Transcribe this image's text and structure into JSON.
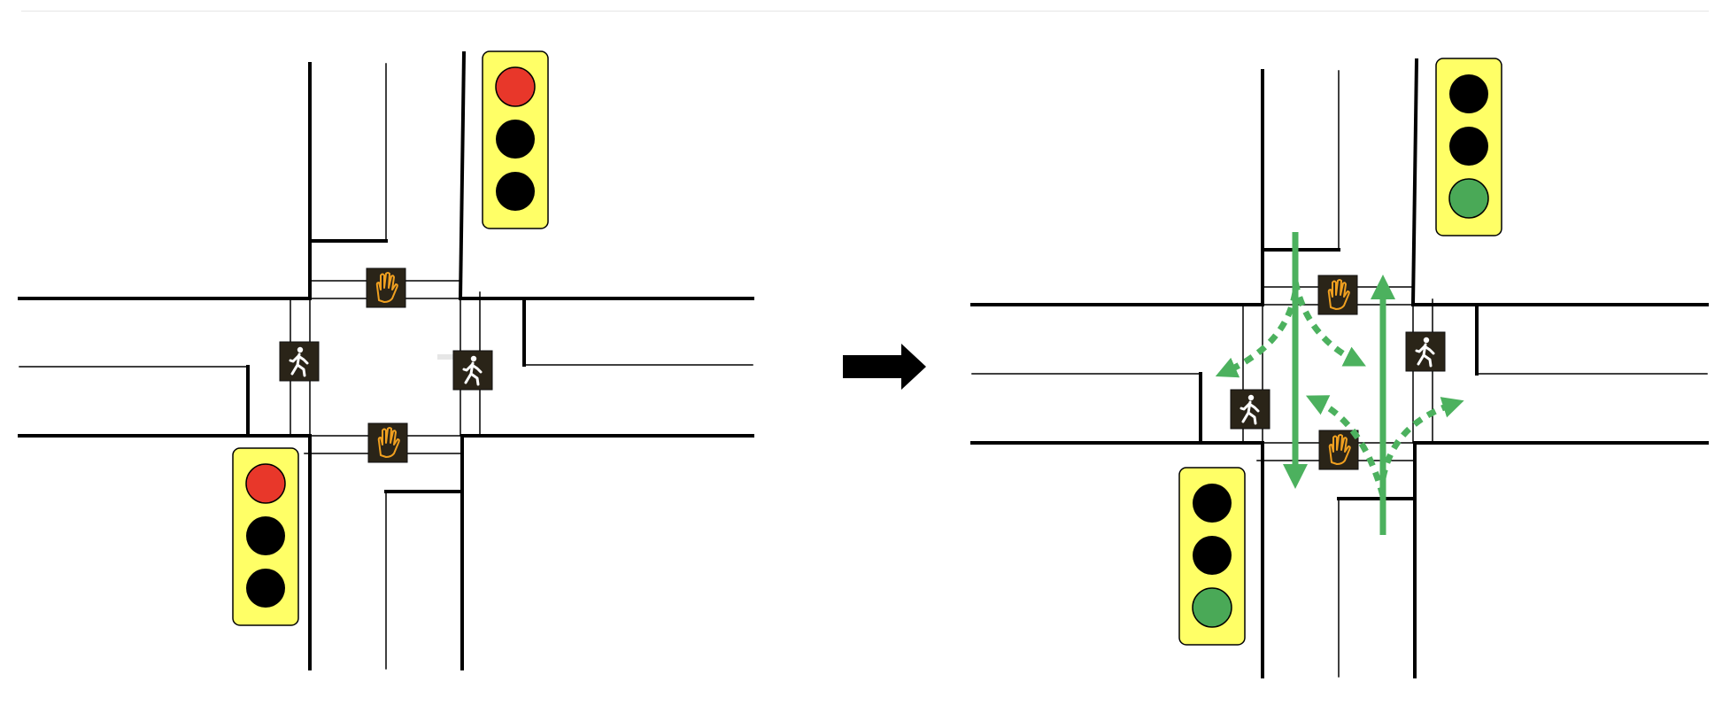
{
  "diagram": {
    "before": {
      "vehicle_signal_1": {
        "red": "on",
        "yellow": "off",
        "green": "off"
      },
      "vehicle_signal_2": {
        "red": "on",
        "yellow": "off",
        "green": "off"
      },
      "ped_signals": [
        "dont-walk",
        "walk",
        "walk",
        "dont-walk"
      ]
    },
    "after": {
      "vehicle_signal_1": {
        "red": "off",
        "yellow": "off",
        "green": "on"
      },
      "vehicle_signal_2": {
        "red": "off",
        "yellow": "off",
        "green": "on"
      },
      "ped_signals": [
        "dont-walk",
        "walk",
        "walk",
        "dont-walk"
      ],
      "movements": [
        "straight-southbound",
        "straight-northbound",
        "left-turn",
        "right-turn"
      ]
    },
    "colors": {
      "signal_housing": "#ffff66",
      "red_lamp": "#e8372a",
      "green_lamp": "#4aa957",
      "off_lamp": "#000000",
      "movement_arrow": "#4cb15e",
      "dont_walk_hand": "#f0a020",
      "walk_figure": "#ffffff",
      "ped_signal_box": "#2a2418"
    },
    "icons": [
      "arrow-right-icon",
      "hand-icon",
      "walking-person-icon",
      "traffic-light-icon"
    ]
  }
}
